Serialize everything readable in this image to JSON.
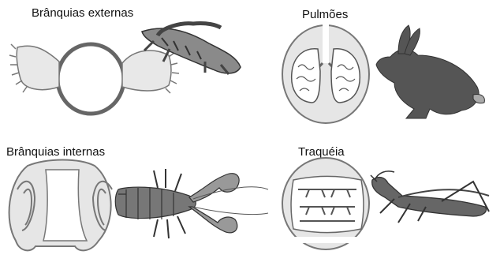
{
  "panels": {
    "external_gills": {
      "label": "Brânquias externas"
    },
    "lungs": {
      "label": "Pulmões"
    },
    "internal_gills": {
      "label": "Brânquias internas"
    },
    "trachea": {
      "label": "Traquéia"
    }
  },
  "colors": {
    "organ_fill": "#e6e6e6",
    "outline": "#555555",
    "animal_dark": "#4a4a4a",
    "animal_mid": "#8a8a8a"
  }
}
